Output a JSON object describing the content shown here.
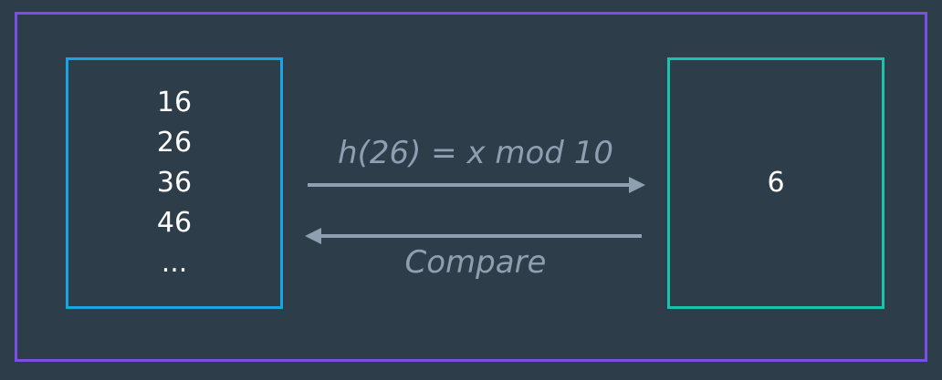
{
  "diagram": {
    "input_keys": [
      "16",
      "26",
      "36",
      "46",
      "..."
    ],
    "hash_function_label": "h(26) = x mod 10",
    "hash_output": "6",
    "compare_label": "Compare",
    "colors": {
      "background": "#2e3d4a",
      "outer_frame": "#7a4fe6",
      "input_box": "#18a6e3",
      "output_box": "#19c3ad",
      "arrow": "#8e9fb1",
      "text": "#ffffff"
    }
  }
}
